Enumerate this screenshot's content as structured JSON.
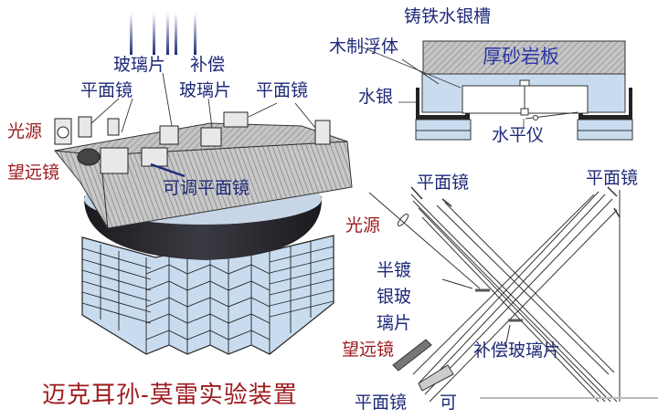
{
  "title": "迈克耳孙-莫雷实验装置",
  "apparatus": {
    "labels": {
      "glass_plate": "玻璃片",
      "compensating": "补偿",
      "plane_mirror_left": "平面镜",
      "glass_plate_2": "玻璃片",
      "plane_mirror_right": "平面镜",
      "light_source": "光源",
      "telescope": "望远镜",
      "adjustable_mirror": "可调平面镜"
    }
  },
  "cross_section": {
    "labels": {
      "cast_iron_trough": "铸铁水银槽",
      "wooden_float": "木制浮体",
      "sandstone_slab": "厚砂岩板",
      "mercury": "水银",
      "level": "水平仪"
    }
  },
  "light_path": {
    "labels": {
      "plane_mirror_top_left": "平面镜",
      "plane_mirror_top_right": "平面镜",
      "light_source": "光源",
      "half_silvered_1": "半镀",
      "half_silvered_2": "银玻",
      "half_silvered_3": "璃片",
      "telescope": "望远镜",
      "compensating_plate": "补偿玻璃片",
      "plane_mirror_bottom": "平面镜",
      "adjustable_partial": "可"
    }
  },
  "colors": {
    "label_blue": "#1f2a78",
    "label_red": "#9c1b1e",
    "light_blue_fill": "#c9dcef",
    "hatch_gray": "#9a9a9a"
  }
}
